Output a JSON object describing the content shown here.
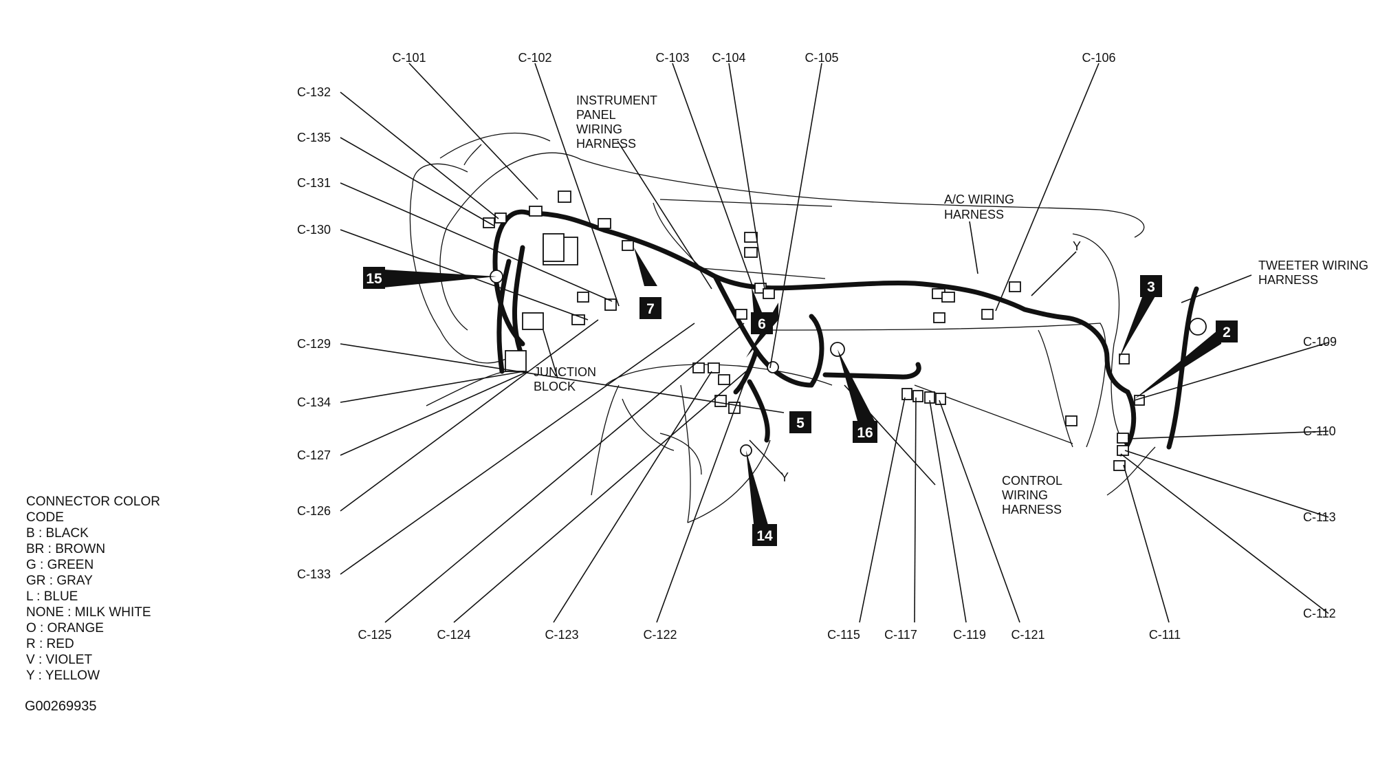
{
  "connectors": {
    "c101": "C-101",
    "c102": "C-102",
    "c103": "C-103",
    "c104": "C-104",
    "c105": "C-105",
    "c106": "C-106",
    "c109": "C-109",
    "c110": "C-110",
    "c111": "C-111",
    "c112": "C-112",
    "c113": "C-113",
    "c115": "C-115",
    "c117": "C-117",
    "c119": "C-119",
    "c121": "C-121",
    "c122": "C-122",
    "c123": "C-123",
    "c124": "C-124",
    "c125": "C-125",
    "c126": "C-126",
    "c127": "C-127",
    "c129": "C-129",
    "c130": "C-130",
    "c131": "C-131",
    "c132": "C-132",
    "c133": "C-133",
    "c134": "C-134",
    "c135": "C-135"
  },
  "harness_labels": {
    "instrument_panel": [
      "INSTRUMENT",
      "PANEL",
      "WIRING",
      "HARNESS"
    ],
    "ac": [
      "A/C WIRING",
      "HARNESS"
    ],
    "tweeter": [
      "TWEETER WIRING",
      "HARNESS"
    ],
    "control": [
      "CONTROL",
      "WIRING",
      "HARNESS"
    ],
    "junction_block": [
      "JUNCTION",
      "BLOCK"
    ]
  },
  "wire_color_marks": {
    "y_right": "Y",
    "y_lower": "Y"
  },
  "badges": {
    "b2": "2",
    "b3": "3",
    "b5": "5",
    "b6": "6",
    "b7": "7",
    "b14": "14",
    "b15": "15",
    "b16": "16"
  },
  "legend": {
    "title_line1": "CONNECTOR COLOR",
    "title_line2": "CODE",
    "entries": [
      "B : BLACK",
      "BR : BROWN",
      "G : GREEN",
      "GR : GRAY",
      "L : BLUE",
      "NONE : MILK WHITE",
      "O : ORANGE",
      "R : RED",
      "V : VIOLET",
      "Y : YELLOW"
    ]
  },
  "figure_id": "G00269935"
}
